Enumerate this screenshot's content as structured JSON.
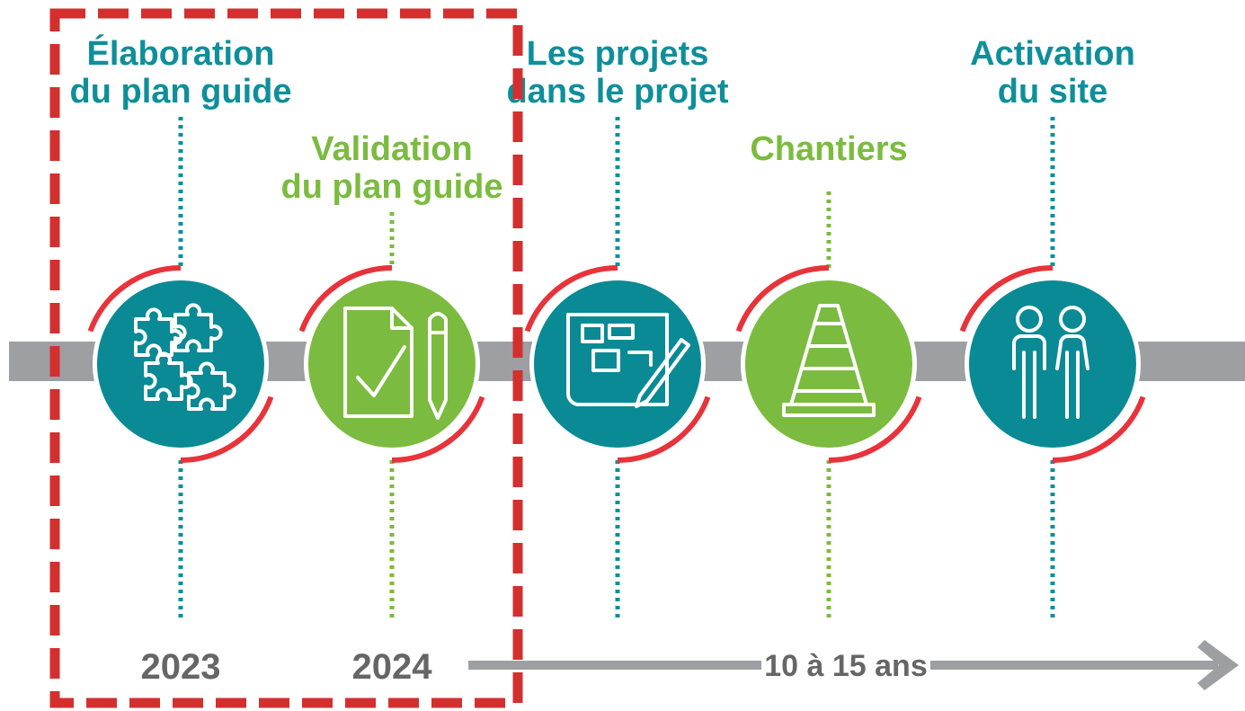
{
  "colors": {
    "teal": "#0e8f9a",
    "teal_circle": "#0a8a94",
    "green": "#7bbb3f",
    "red": "#e8333a",
    "gray_band": "#9d9fa2",
    "year_text": "#666666",
    "highlight_box": "#d32f2f"
  },
  "stages": [
    {
      "line1": "Élaboration",
      "line2": "du plan guide",
      "color": "teal",
      "icon": "puzzle-icon"
    },
    {
      "line1": "Validation",
      "line2": "du plan guide",
      "color": "green",
      "icon": "document-check-icon"
    },
    {
      "line1": "Les projets",
      "line2": "dans le projet",
      "color": "teal",
      "icon": "blueprint-icon"
    },
    {
      "line1": "Chantiers",
      "line2": "",
      "color": "green",
      "icon": "traffic-cone-icon"
    },
    {
      "line1": "Activation",
      "line2": "du site",
      "color": "teal",
      "icon": "people-icon"
    }
  ],
  "timeline": {
    "year_1": "2023",
    "year_2": "2024",
    "duration": "10 à 15 ans"
  },
  "highlight": {
    "style": "dashed",
    "covers_stages": [
      1,
      2
    ]
  }
}
